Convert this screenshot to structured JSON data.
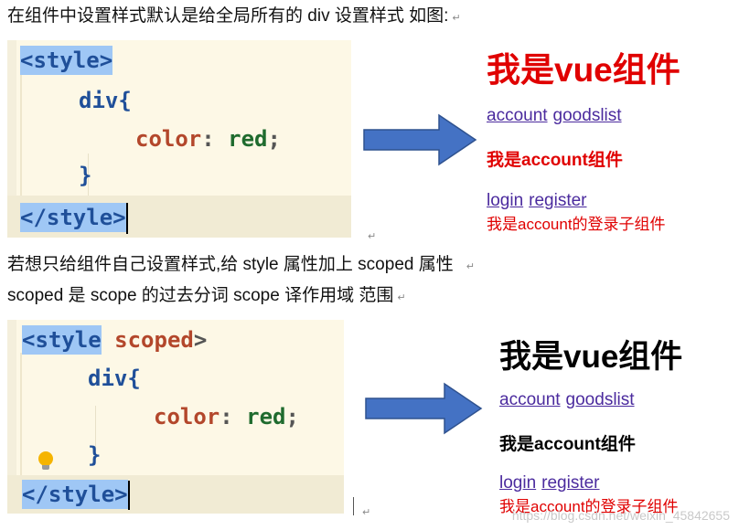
{
  "para1": "在组件中设置样式默认是给全局所有的 div 设置样式  如图:",
  "para2": "若想只给组件自己设置样式,给 style 属性加上 scoped 属性",
  "para3": "scoped 是 scope 的过去分词  scope 译作用域  范围",
  "para_mark": "↵",
  "code1": {
    "open": "<style>",
    "sel": "div{",
    "prop": "color",
    "colon": ":",
    "val": "red",
    "semi": ";",
    "close_brace": "}",
    "close": "</style>"
  },
  "code2": {
    "open_tag": "<style",
    "attr": "scoped",
    "open_end": ">",
    "sel": "div{",
    "prop": "color",
    "colon": ":",
    "val": "red",
    "semi": ";",
    "close_brace": "}",
    "close": "</style>"
  },
  "demo1": {
    "title": "我是vue组件",
    "link1": "account",
    "link2": "goodslist",
    "sub": "我是account组件",
    "link3": "login",
    "link4": "register",
    "small": "我是account的登录子组件"
  },
  "demo2": {
    "title": "我是vue组件",
    "link1": "account",
    "link2": "goodslist",
    "sub": "我是account组件",
    "link3": "login",
    "link4": "register",
    "small": "我是account的登录子组件"
  },
  "colors": {
    "red": "#e00000",
    "arrow": "#4472c4",
    "link": "#4b2b9e"
  },
  "watermark": "https://blog.csdn.net/weixin_45842655"
}
